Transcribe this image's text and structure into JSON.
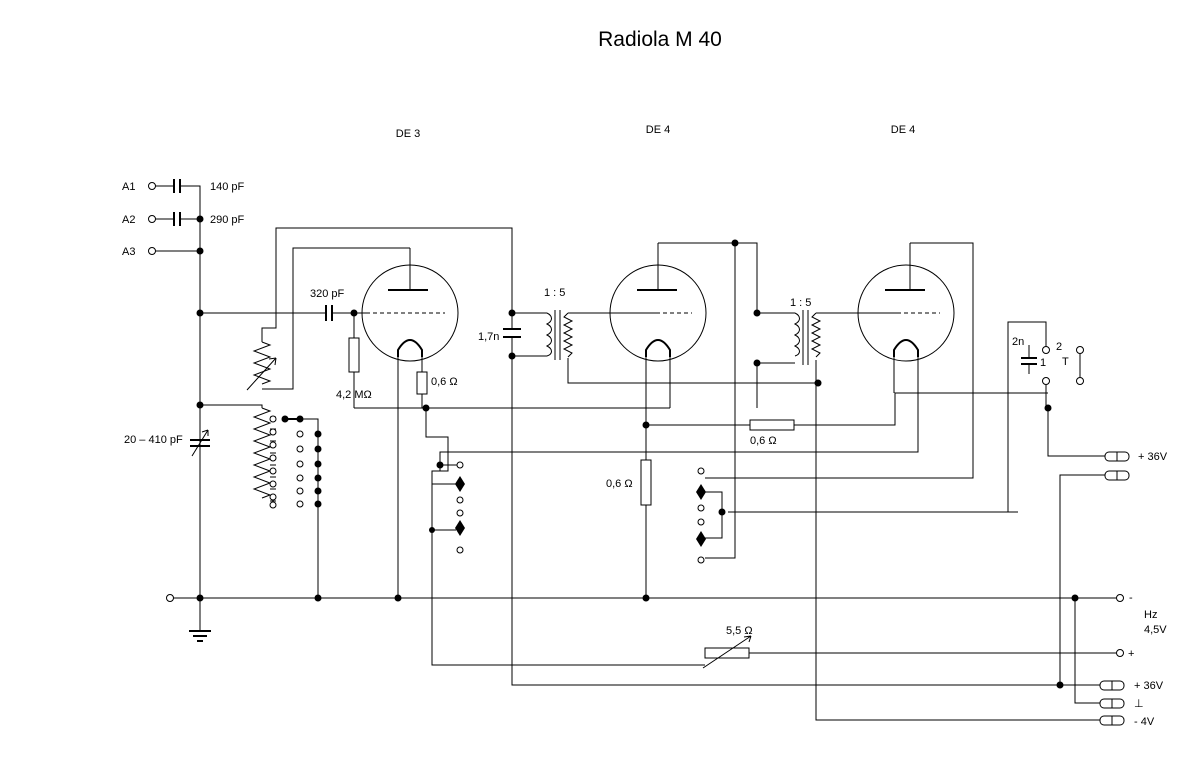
{
  "title": "Radiola M 40",
  "tubes": {
    "v1": "DE 3",
    "v2": "DE 4",
    "v3": "DE 4"
  },
  "inputs": {
    "a1": "A1",
    "a2": "A2",
    "a3": "A3"
  },
  "components": {
    "c_a1": "140 pF",
    "c_a2": "290 pF",
    "c_grid": "320 pF",
    "c_tune": "20 – 410 pF",
    "r_leak": "4,2 MΩ",
    "r_fil1": "0,6 Ω",
    "r_fil2": "0,6 Ω",
    "r_fil3": "0,6 Ω",
    "r_rheo": "5,5 Ω",
    "c_1n7": "1,7n",
    "c_2n": "2n",
    "xf1_ratio": "1 : 5",
    "xf2_ratio": "1 : 5"
  },
  "switch": {
    "pos2": "2",
    "pos1": "1",
    "label": "T"
  },
  "supply": {
    "minus": "-",
    "plus": "+",
    "hz": "Hz",
    "hz_volt": "4,5V",
    "plus36_top": "+ 36V",
    "plus36_bottom": "+ 36V",
    "ground": "⊥",
    "minus4": "- 4V"
  }
}
